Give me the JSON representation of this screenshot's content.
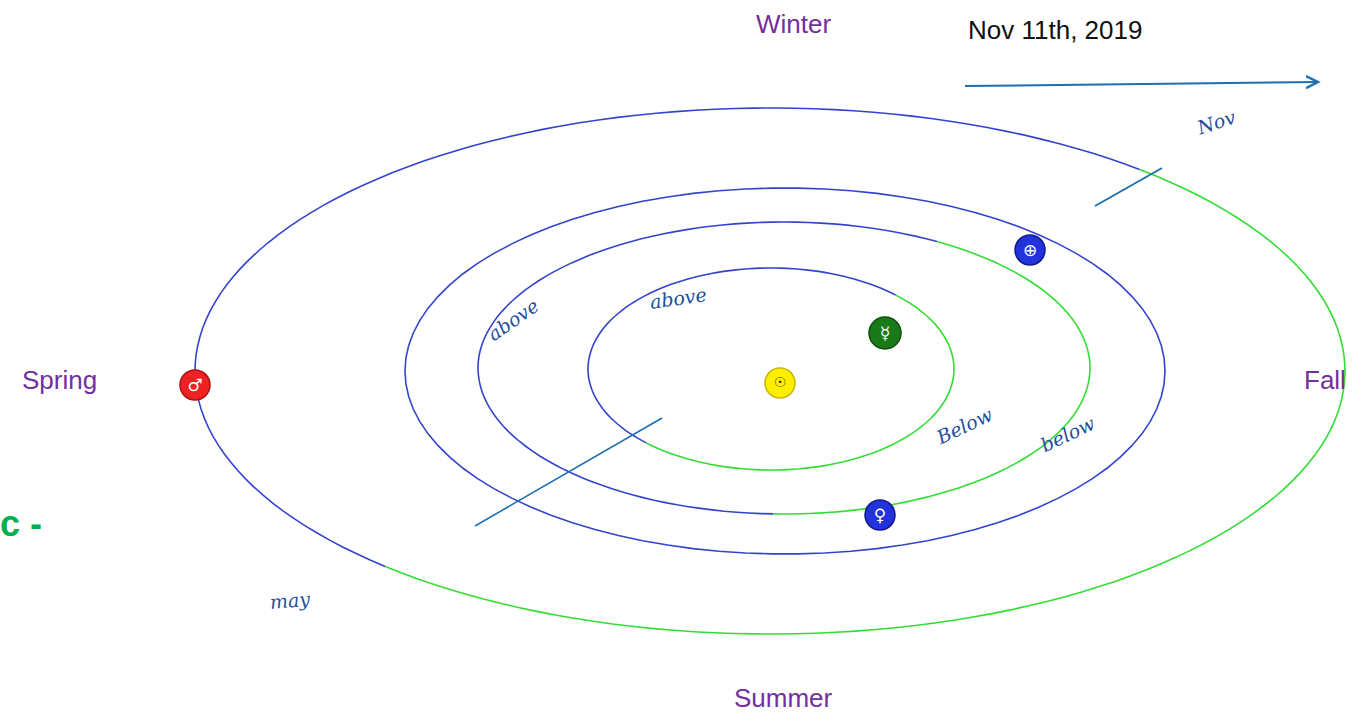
{
  "diagram": {
    "labels": [
      "Winter",
      "Nov 11th, 2019",
      "Nov",
      "above",
      "above",
      "Spring",
      "Fall",
      "Below",
      "below",
      "c -",
      "may",
      "Summer",
      "☉",
      "☿",
      "♀",
      "⊕",
      "♂"
    ]
  }
}
